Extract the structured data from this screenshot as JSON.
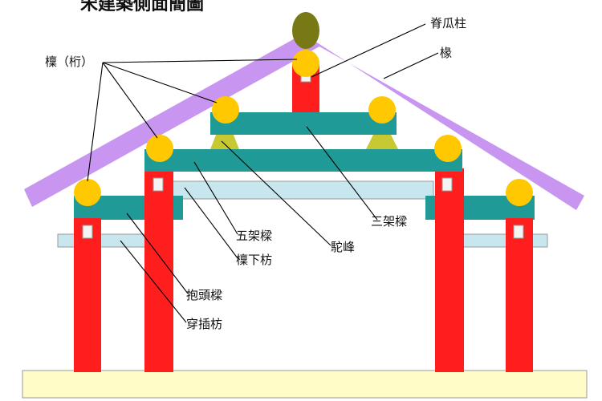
{
  "title": "宋建築側面簡圖",
  "labels": {
    "purlin": "檁（桁）",
    "ridge_post": "脊瓜柱",
    "rafter": "椽",
    "three_beam": "三架樑",
    "five_beam": "五架樑",
    "purlin_under_fang": "檁下枋",
    "camel_hump": "駝峰",
    "baotou_beam": "抱頭樑",
    "chuancha_fang": "穿插枋"
  },
  "colors": {
    "rafter": "#c896f0",
    "column": "#ff1e1e",
    "beam": "#1f9a96",
    "fang": "#c8e6ee",
    "purlin": "#ffc800",
    "camel_hump": "#c8c832",
    "ridge_top": "#787814",
    "base": "#fffcc8"
  }
}
